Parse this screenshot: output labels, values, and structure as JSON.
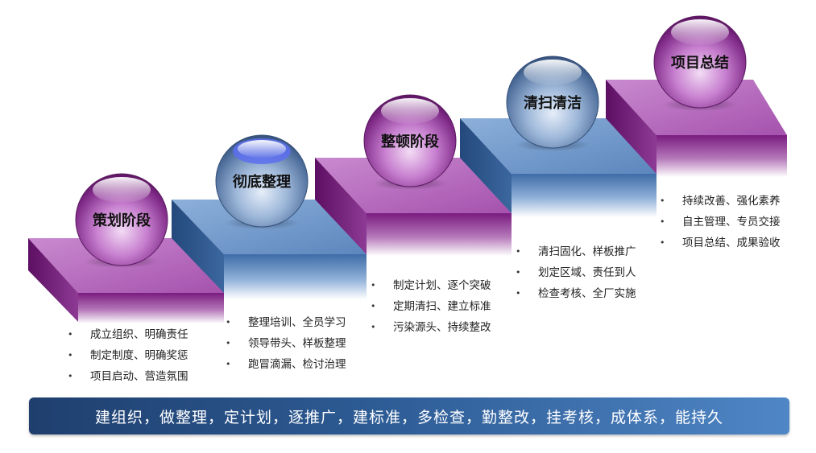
{
  "stages": [
    {
      "title": "策划阶段",
      "theme": "purple",
      "items": [
        "成立组织、明确责任",
        "制定制度、明确奖惩",
        "项目启动、营造氛围"
      ]
    },
    {
      "title": "彻底整理",
      "theme": "blue",
      "items": [
        "整理培训、全员学习",
        "领导带头、样板整理",
        "跑冒滴漏、检讨治理"
      ]
    },
    {
      "title": "整顿阶段",
      "theme": "purple",
      "items": [
        "制定计划、逐个突破",
        "定期清扫、建立标准",
        "污染源头、持续整改"
      ]
    },
    {
      "title": "清扫清洁",
      "theme": "blue",
      "items": [
        "清扫固化、样板推广",
        "划定区域、责任到人",
        "检查考核、全厂实施"
      ]
    },
    {
      "title": "项目总结",
      "theme": "purple",
      "items": [
        "持续改善、强化素养",
        "自主管理、专员交接",
        "项目总结、成果验收"
      ]
    }
  ],
  "banner_text": "建组织，做整理，定计划，逐推广，建标准，多检查，勤整改，挂考核，成体系，能持久",
  "colors": {
    "purple": "#8e2b8f",
    "blue": "#4f7fb8",
    "banner": "#2d5b94"
  }
}
